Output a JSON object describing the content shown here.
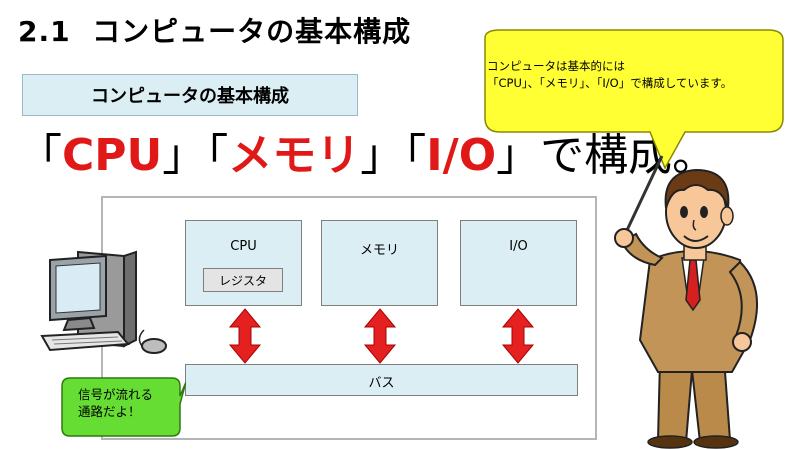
{
  "slide": {
    "number": "2.1",
    "title": "コンピュータの基本構成"
  },
  "section_label": "コンピュータの基本構成",
  "headline": {
    "open1": "「",
    "cpu": "CPU",
    "close1": "」",
    "open2": "「",
    "memory": "メモリ",
    "close2": "」",
    "open3": "「",
    "io": "I/O",
    "close3": "」",
    "suffix": "で構成。"
  },
  "speech_bubble": {
    "line1": "コンピュータは基本的には",
    "line2": "「CPU」、「メモリ」、「I/O」で構成しています。"
  },
  "diagram": {
    "units": {
      "cpu": "CPU",
      "memory": "メモリ",
      "io": "I/O"
    },
    "register": "レジスタ",
    "bus": "バス"
  },
  "note_bubble": {
    "line1": "信号が流れる",
    "line2": "通路だよ！"
  },
  "colors": {
    "accent_red": "#e01818",
    "box_fill": "#dbeef4",
    "bubble_yellow": "#ffff33",
    "bubble_green": "#66dd33"
  }
}
